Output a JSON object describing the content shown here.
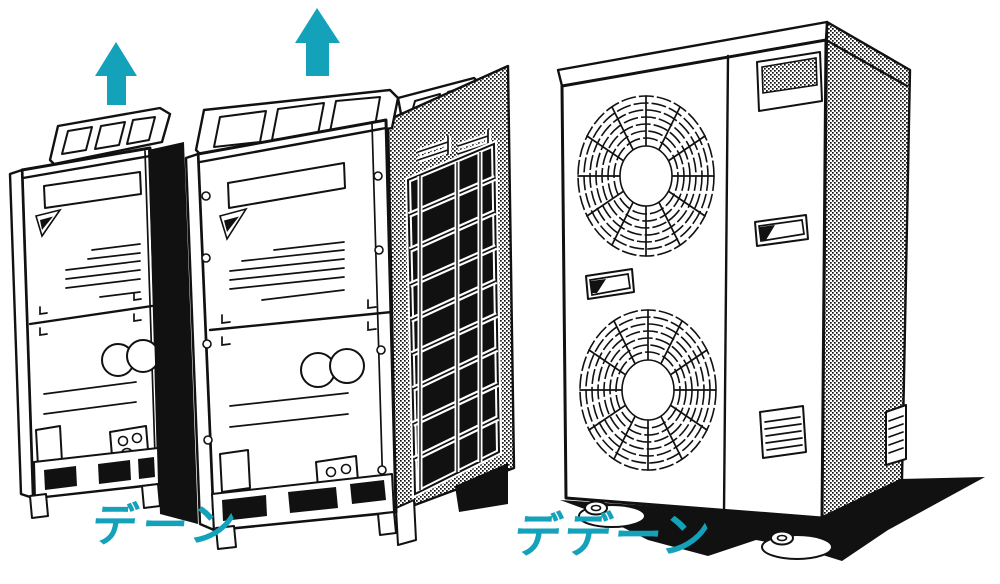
{
  "labels": {
    "left": "デーン",
    "right": "デデーン"
  },
  "colors": {
    "accent": "#14a2ba",
    "ink": "#111111",
    "background": "#ffffff"
  },
  "icons": {
    "airflow_arrows": {
      "name": "up-arrow-icon",
      "count": 2,
      "glyph": "↑"
    }
  },
  "scene": {
    "left_unit_count": 2,
    "right_unit_fan_count": 2
  }
}
